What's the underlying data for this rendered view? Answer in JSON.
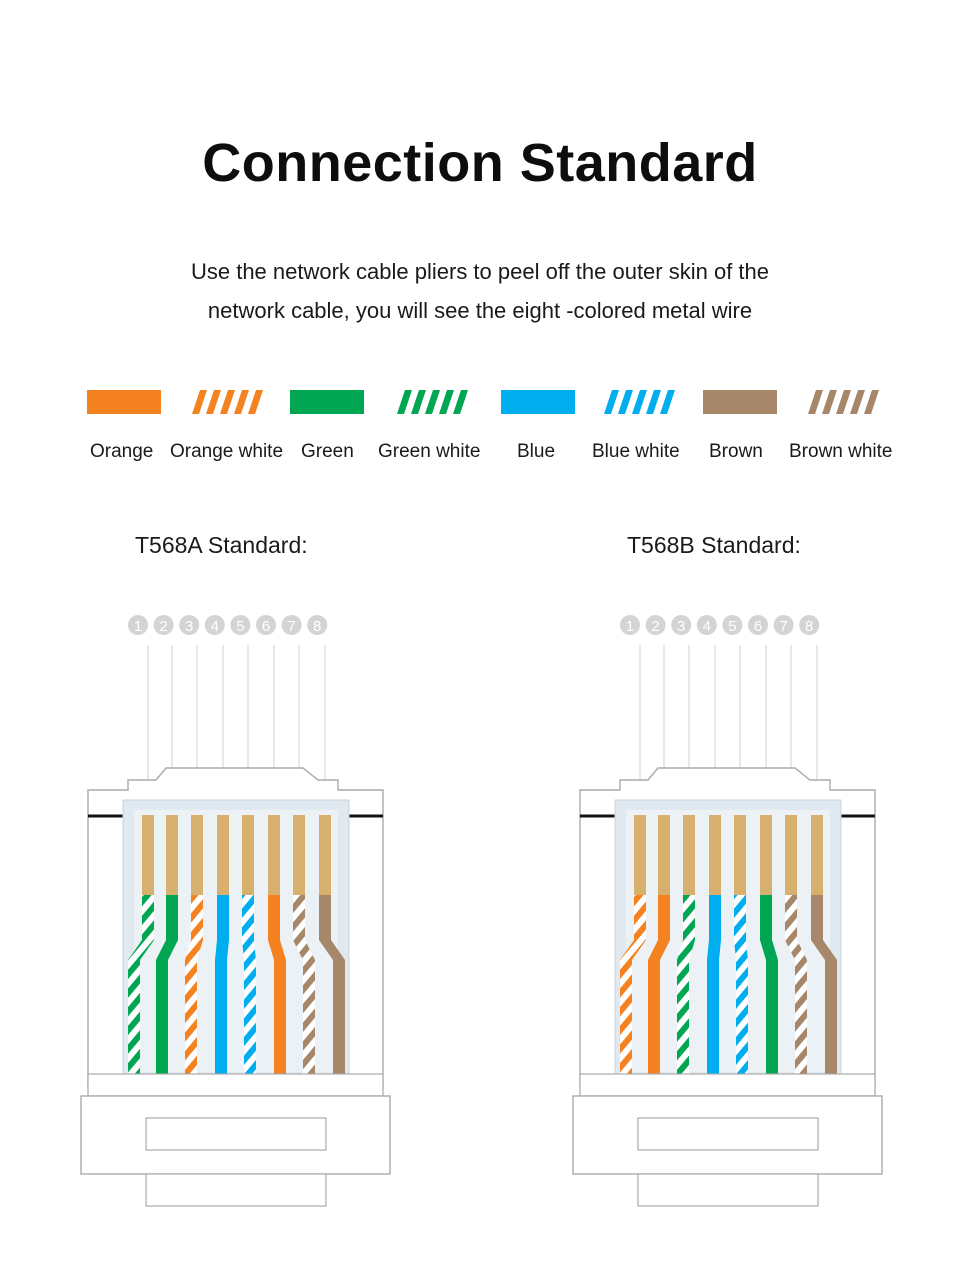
{
  "title": "Connection Standard",
  "subtitle": {
    "line1": "Use the network cable pliers to peel off the outer skin of the",
    "line2": "network cable, you will see the eight -colored metal wire"
  },
  "colors": {
    "orange": "#f58220",
    "green": "#00a651",
    "blue": "#00aeef",
    "brown": "#a6876a",
    "pin_gold": "#d7b06e",
    "pin_circle": "#d4d4d4"
  },
  "legend": [
    {
      "label": "Orange",
      "color": "#f58220",
      "striped": false
    },
    {
      "label": "Orange white",
      "color": "#f58220",
      "striped": true
    },
    {
      "label": "Green",
      "color": "#00a651",
      "striped": false
    },
    {
      "label": "Green white",
      "color": "#00a651",
      "striped": true
    },
    {
      "label": "Blue",
      "color": "#00aeef",
      "striped": false
    },
    {
      "label": "Blue white",
      "color": "#00aeef",
      "striped": true
    },
    {
      "label": "Brown",
      "color": "#a6876a",
      "striped": false
    },
    {
      "label": "Brown white",
      "color": "#a6876a",
      "striped": true
    }
  ],
  "standards": [
    {
      "label": "T568A Standard:",
      "pins": [
        "1",
        "2",
        "3",
        "4",
        "5",
        "6",
        "7",
        "8"
      ],
      "wires": [
        {
          "color": "#00a651",
          "striped": true
        },
        {
          "color": "#00a651",
          "striped": false
        },
        {
          "color": "#f58220",
          "striped": true
        },
        {
          "color": "#00aeef",
          "striped": false
        },
        {
          "color": "#00aeef",
          "striped": true
        },
        {
          "color": "#f58220",
          "striped": false
        },
        {
          "color": "#a6876a",
          "striped": true
        },
        {
          "color": "#a6876a",
          "striped": false
        }
      ]
    },
    {
      "label": "T568B Standard:",
      "pins": [
        "1",
        "2",
        "3",
        "4",
        "5",
        "6",
        "7",
        "8"
      ],
      "wires": [
        {
          "color": "#f58220",
          "striped": true
        },
        {
          "color": "#f58220",
          "striped": false
        },
        {
          "color": "#00a651",
          "striped": true
        },
        {
          "color": "#00aeef",
          "striped": false
        },
        {
          "color": "#00aeef",
          "striped": true
        },
        {
          "color": "#00a651",
          "striped": false
        },
        {
          "color": "#a6876a",
          "striped": true
        },
        {
          "color": "#a6876a",
          "striped": false
        }
      ]
    }
  ]
}
